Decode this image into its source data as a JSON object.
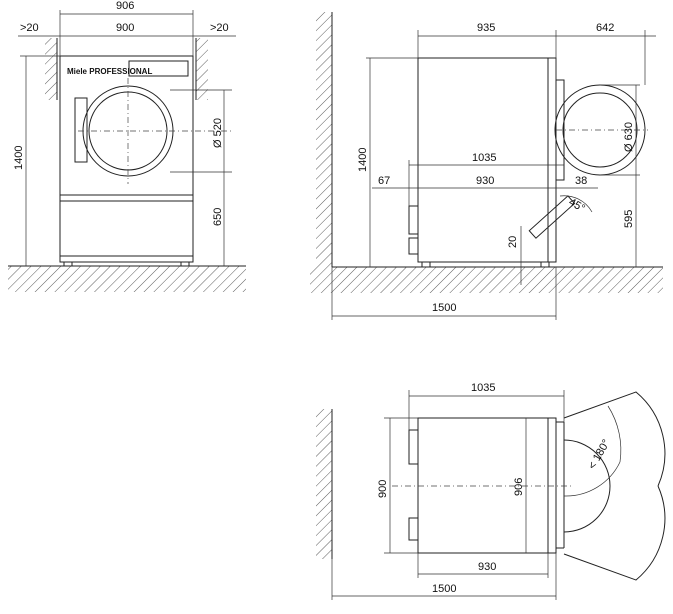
{
  "front_view": {
    "width_total": "906",
    "width_body": "900",
    "gap_left": ">20",
    "gap_right": ">20",
    "height_total": "1400",
    "door_diameter": "Ø 520",
    "door_center_height": "650",
    "brand_logo": "Miele PROFESSIONAL"
  },
  "side_view": {
    "depth_body": "935",
    "door_swing": "642",
    "height_total": "1400",
    "depth_with_door": "1035",
    "rear_offset": "67",
    "depth_inner": "930",
    "front_offset": "38",
    "door_diameter": "Ø 630",
    "door_center_height": "595",
    "angle": "45°",
    "foot_height": "20",
    "floor_length": "1500"
  },
  "top_view": {
    "depth_with_door": "1035",
    "width_body": "900",
    "width_total": "906",
    "depth_inner": "930",
    "floor_length": "1500",
    "door_angle": "< 180°"
  }
}
